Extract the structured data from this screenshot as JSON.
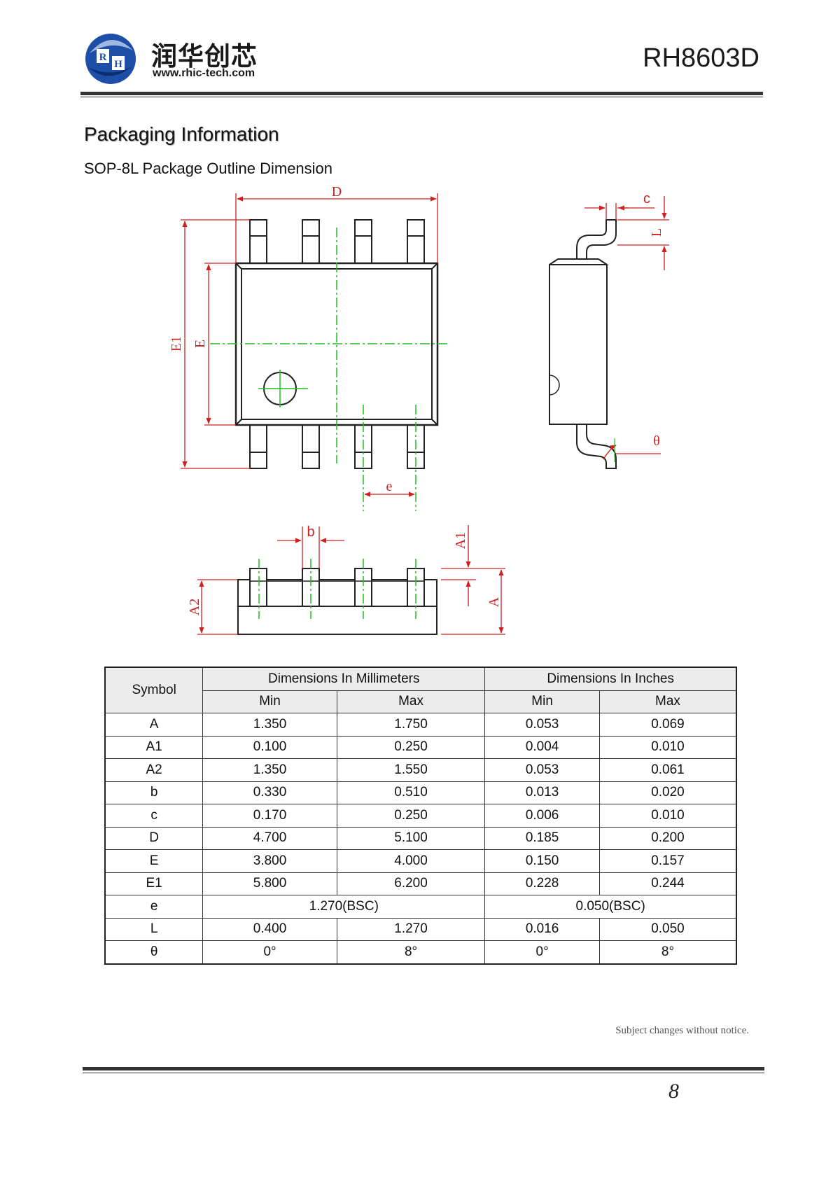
{
  "header": {
    "logo_letters": [
      "R",
      "H"
    ],
    "company_cn": "润华创芯",
    "company_url": "www.rhic-tech.com",
    "part_number": "RH8603D"
  },
  "section": {
    "title": "Packaging Information",
    "subtitle": "SOP-8L Package Outline Dimension"
  },
  "diagram_labels": {
    "D": "D",
    "E1": "E1",
    "E": "E",
    "e": "e",
    "c": "c",
    "L": "L",
    "theta": "θ",
    "b": "b",
    "A1": "A1",
    "A2": "A2",
    "A": "A"
  },
  "table": {
    "symbol_header": "Symbol",
    "mm_header": "Dimensions In Millimeters",
    "in_header": "Dimensions In Inches",
    "min_label": "Min",
    "max_label": "Max",
    "rows": [
      {
        "symbol": "A",
        "mm_min": "1.350",
        "mm_max": "1.750",
        "in_min": "0.053",
        "in_max": "0.069"
      },
      {
        "symbol": "A1",
        "mm_min": "0.100",
        "mm_max": "0.250",
        "in_min": "0.004",
        "in_max": "0.010"
      },
      {
        "symbol": "A2",
        "mm_min": "1.350",
        "mm_max": "1.550",
        "in_min": "0.053",
        "in_max": "0.061"
      },
      {
        "symbol": "b",
        "mm_min": "0.330",
        "mm_max": "0.510",
        "in_min": "0.013",
        "in_max": "0.020"
      },
      {
        "symbol": "c",
        "mm_min": "0.170",
        "mm_max": "0.250",
        "in_min": "0.006",
        "in_max": "0.010"
      },
      {
        "symbol": "D",
        "mm_min": "4.700",
        "mm_max": "5.100",
        "in_min": "0.185",
        "in_max": "0.200"
      },
      {
        "symbol": "E",
        "mm_min": "3.800",
        "mm_max": "4.000",
        "in_min": "0.150",
        "in_max": "0.157"
      },
      {
        "symbol": "E1",
        "mm_min": "5.800",
        "mm_max": "6.200",
        "in_min": "0.228",
        "in_max": "0.244"
      },
      {
        "symbol": "L",
        "mm_min": "0.400",
        "mm_max": "1.270",
        "in_min": "0.016",
        "in_max": "0.050"
      },
      {
        "symbol": "θ",
        "mm_min": "0°",
        "mm_max": "8°",
        "in_min": "0°",
        "in_max": "8°"
      }
    ],
    "e_row": {
      "symbol": "e",
      "mm": "1.270(BSC)",
      "in": "0.050(BSC)"
    }
  },
  "footer": {
    "notice": "Subject changes without notice.",
    "page_number": "8"
  },
  "colors": {
    "dimension_red": "#d02020",
    "centerline_green": "#20c020",
    "logo_blue": "#1e4fa8"
  }
}
